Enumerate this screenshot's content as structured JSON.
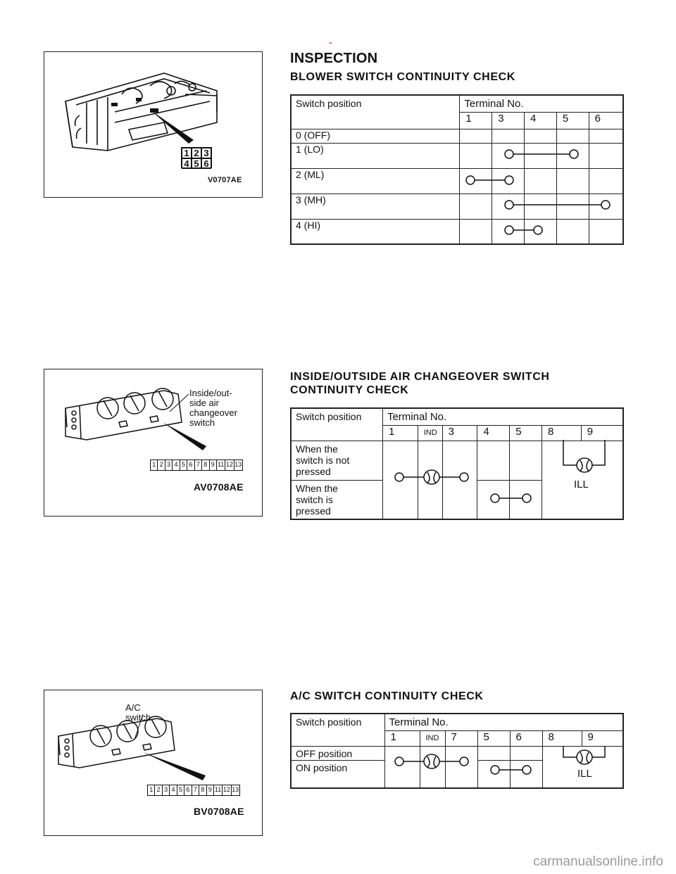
{
  "top_mark": "-",
  "section_title": "INSPECTION",
  "blower": {
    "heading": "BLOWER  SWITCH  CONTINUITY  CHECK",
    "figure_code": "V0707AE",
    "connector": [
      "1",
      "2",
      "3",
      "4",
      "5",
      "6"
    ],
    "table": {
      "col_header": "Switch position",
      "terminal_header": "Terminal No.",
      "terminals": [
        "1",
        "3",
        "4",
        "5",
        "6"
      ],
      "rows": [
        "0 (OFF)",
        "1 (LO)",
        "2 (ML)",
        "3 (MH)",
        "4 (HI)"
      ]
    }
  },
  "inside_outside": {
    "heading_line1": "INSIDE/OUTSIDE  AIR  CHANGEOVER  SWITCH",
    "heading_line2": "CONTINUITY  CHECK",
    "figure_code": "AV0708AE",
    "figure_label": [
      "Inside/out-",
      "side air",
      "changeover",
      "switch"
    ],
    "connector": [
      "1",
      "2",
      "3",
      "4",
      "5",
      "6",
      "7",
      "8",
      "9",
      "11",
      "12",
      "13"
    ],
    "table": {
      "col_header": "Switch position",
      "terminal_header": "Terminal No.",
      "terminals": [
        "1",
        "IND",
        "3",
        "4",
        "5",
        "8",
        "9"
      ],
      "rows": [
        [
          "When the",
          "switch is not",
          "pressed"
        ],
        [
          "When the",
          "switch is",
          "pressed"
        ]
      ],
      "ill_label": "ILL"
    }
  },
  "ac": {
    "heading": "A/C  SWITCH  CONTINUITY  CHECK",
    "figure_code": "BV0708AE",
    "figure_label": "A/C switch",
    "connector": [
      "1",
      "2",
      "3",
      "4",
      "5",
      "6",
      "7",
      "8",
      "9",
      "11",
      "12",
      "13"
    ],
    "table": {
      "col_header": "Switch position",
      "terminal_header": "Terminal No.",
      "terminals": [
        "1",
        "IND",
        "7",
        "5",
        "6",
        "8",
        "9"
      ],
      "rows": [
        "OFF position",
        "ON position"
      ],
      "ill_label": "ILL"
    }
  },
  "watermark": "carmanualsonline.info",
  "colors": {
    "line": "#222222",
    "accent_mark": "#e8643a"
  }
}
